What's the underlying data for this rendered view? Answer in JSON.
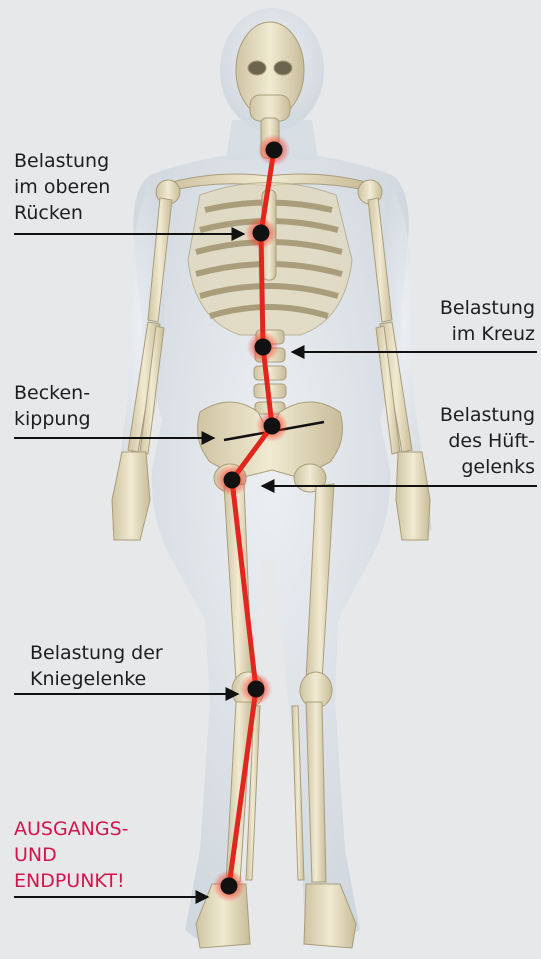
{
  "labels": {
    "upper_back": [
      "Belastung",
      "im oberen",
      "Rücken"
    ],
    "lower_back": [
      "Belastung",
      "im Kreuz"
    ],
    "pelvic_tilt": [
      "Becken-",
      "kippung"
    ],
    "hip_joint": [
      "Belastung",
      "des Hüft-",
      "gelenks"
    ],
    "knee_joints": [
      "Belastung der",
      "Kniegelenke"
    ],
    "start_end": [
      "AUSGANGS-",
      "UND",
      "ENDPUNKT!"
    ]
  },
  "colors": {
    "background": "#e7e8ea",
    "load_line": "#e0261d",
    "marker_core": "#111111",
    "start_end_text": "#d4154c",
    "bone": "#e8dfc2",
    "skin": "#c9d3dc"
  },
  "icons": {
    "load_points": "load-point-marker-icon",
    "arrows": "arrow-pointer-icon"
  }
}
